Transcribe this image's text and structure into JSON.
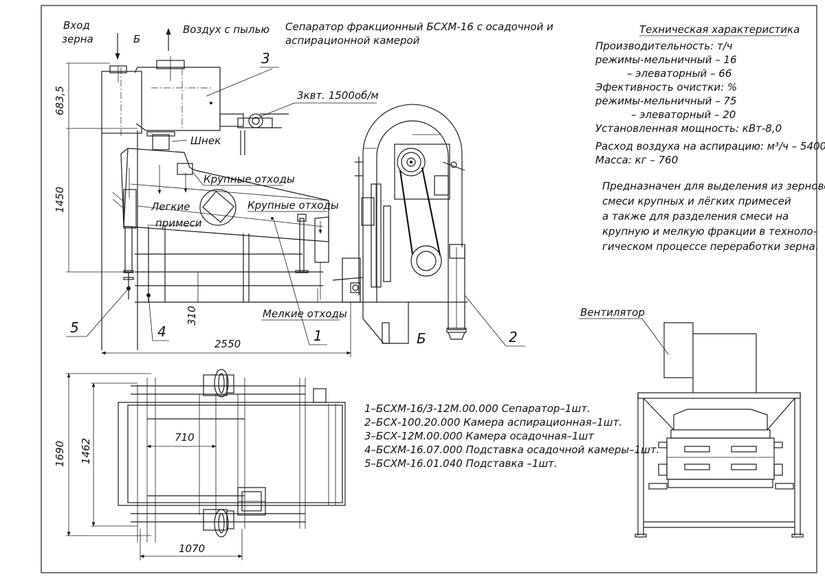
{
  "title": "Сепаратор фракционный БСХМ-16 с осадочной и аспирационной камерой",
  "title_lines": [
    "Сепаратор фракционный БСХМ-16 с осадочной и",
    "аспирационной камерой"
  ],
  "labels": {
    "grain_inlet_line1": "Вход",
    "grain_inlet_line2": "зерна",
    "view_b_top": "Б",
    "air_dust": "Воздух с пылью",
    "motor": "3квт. 1500об/м",
    "auger": "Шнек",
    "coarse_waste_1": "Крупные отходы",
    "coarse_waste_2": "Крупные отходы",
    "light_impurities_line1": "Легкие",
    "light_impurities_line2": "примеси",
    "fine_waste": "Мелкие отходы",
    "view_b_big": "Б",
    "fan": "Вентилятор"
  },
  "callouts": [
    "1",
    "2",
    "3",
    "4",
    "5"
  ],
  "dimensions": {
    "d683": "683,5",
    "d1450": "1450",
    "d310": "310",
    "d2550": "2550",
    "d710": "710",
    "d1690": "1690",
    "d1462": "1462",
    "d1070": "1070"
  },
  "specs": {
    "heading": "Техническая характеристика",
    "lines": [
      "Производительность: т/ч",
      "режимы-мельничный – 16",
      "– элеваторный – 66",
      "Эфективность очистки: %",
      "режимы-мельничный – 75",
      "– элеваторный – 20",
      "Установленная мощность: кВт-8,0",
      "Расход воздуха на аспирацию: м³/ч – 5400",
      "Масса: кг – 760"
    ]
  },
  "purpose": [
    "Предназначен для выделения из зерновой",
    "смеси крупных и лёгких примесей",
    "а также для разделения смеси на",
    "крупную и мелкую фракции в техноло-",
    "гическом процессе переработки зерна."
  ],
  "parts_list": [
    "1–БСХМ-16/3-12М.00.000 Сепаратор–1шт.",
    "2–БСХ-100.20.000 Камера аспирационная–1шт.",
    "3–БСХ-12М.00.000 Камера осадочная–1шт",
    "4–БСХМ-16.07.000 Подставка осадочной камеры–1шт.",
    "5–БСХМ-16.01.040 Подставка –1шт."
  ]
}
